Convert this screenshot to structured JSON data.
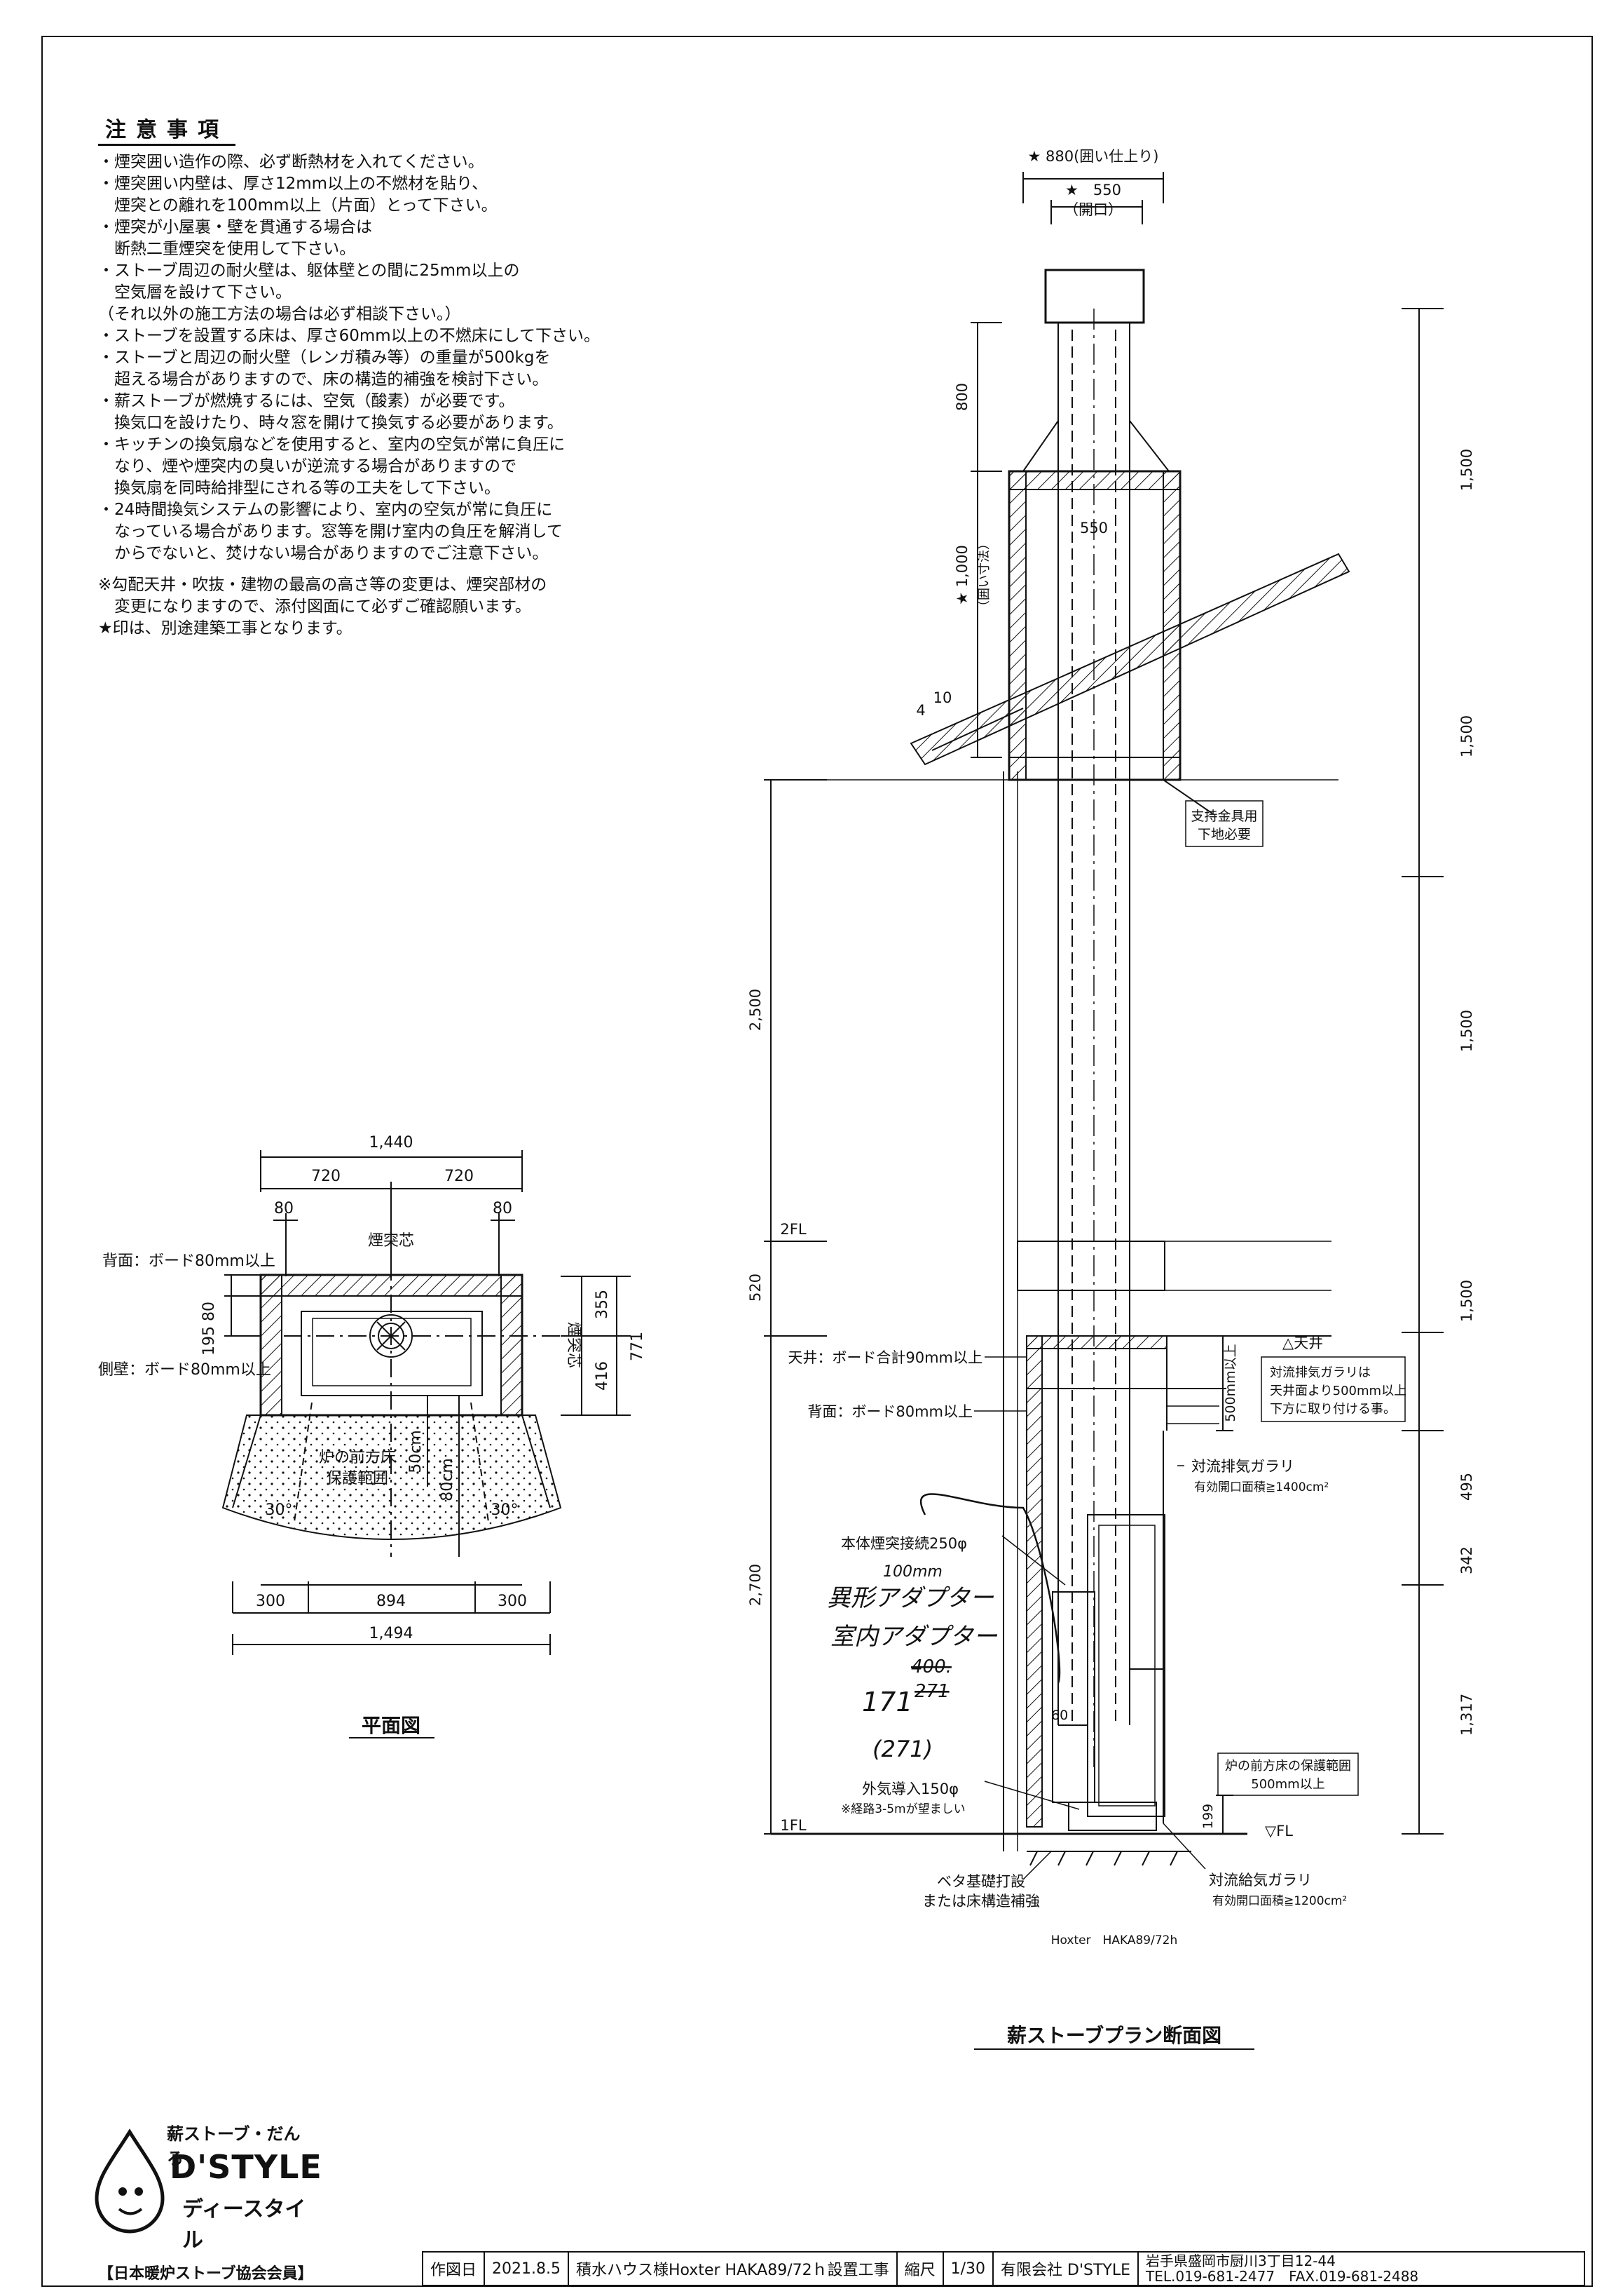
{
  "notes": {
    "heading": "注意事項",
    "lines": [
      "・煙突囲い造作の際、必ず断熱材を入れてください。",
      "・煙突囲い内壁は、厚さ12mm以上の不燃材を貼り、",
      "　煙突との離れを100mm以上（片面）とって下さい。",
      "・煙突が小屋裏・壁を貫通する場合は",
      "　断熱二重煙突を使用して下さい。",
      "・ストーブ周辺の耐火壁は、躯体壁との間に25mm以上の",
      "　空気層を設けて下さい。",
      "（それ以外の施工方法の場合は必ず相談下さい。）",
      "・ストーブを設置する床は、厚さ60mm以上の不燃床にして下さい。",
      "・ストーブと周辺の耐火壁（レンガ積み等）の重量が500kgを",
      "　超える場合がありますので、床の構造的補強を検討下さい。",
      "・薪ストーブが燃焼するには、空気（酸素）が必要です。",
      "　換気口を設けたり、時々窓を開けて換気する必要があります。",
      "・キッチンの換気扇などを使用すると、室内の空気が常に負圧に",
      "　なり、煙や煙突内の臭いが逆流する場合がありますので",
      "　換気扇を同時給排型にされる等の工夫をして下さい。",
      "・24時間換気システムの影響により、室内の空気が常に負圧に",
      "　なっている場合があります。窓等を開け室内の負圧を解消して",
      "　からでないと、焚けない場合がありますのでご注意下さい。"
    ],
    "footer_lines": [
      "※勾配天井・吹抜・建物の最高の高さ等の変更は、煙突部材の",
      "　変更になりますので、添付図面にて必ずご確認願います。",
      "★印は、別途建築工事となります。"
    ]
  },
  "plan": {
    "title": "平面図",
    "dim_total_top": "1,440",
    "dim_half_left": "720",
    "dim_half_right": "720",
    "dim_80_left": "80",
    "dim_80_right": "80",
    "flue_center": "煙突芯",
    "back_board": "背面：ボード80mm以上",
    "side_board": "側壁：ボード80mm以上",
    "dim_195": "195",
    "dim_80_v": "80",
    "dim_355": "355",
    "dim_416": "416",
    "dim_771": "771",
    "flue_center_v": "煙突芯",
    "hearth_line1": "炉の前方床",
    "hearth_line2": "保護範囲",
    "dim_50cm": "50cm",
    "dim_80cm": "80cm",
    "angle_left": "30°",
    "angle_right": "30°",
    "dim_300_left": "300",
    "dim_894": "894",
    "dim_300_right": "300",
    "dim_total_bottom": "1,494"
  },
  "section": {
    "title": "薪ストーブプラン断面図",
    "top_880": "★ 880(囲い仕上り)",
    "top_550": "★　550",
    "top_opening": "（開口）",
    "dim_800": "800",
    "dim_1000_a": "★ 1,000",
    "dim_1000_b": "（囲い寸法）",
    "inner_550": "550",
    "roof_10": "10",
    "roof_4": "4",
    "bracket_note_line1": "支持金具用",
    "bracket_note_line2": "下地必要",
    "dim_2500": "2,500",
    "dim_520": "520",
    "label_2fl": "2FL",
    "dim_2700": "2,700",
    "label_1fl": "1FL",
    "ceiling_board": "天井：ボード合計90mm以上",
    "back_board": "背面：ボード80mm以上",
    "dim_500_v": "500mm以上",
    "ceiling_label": "△天井",
    "exhaust_note_line1": "対流排気ガラリは",
    "exhaust_note_line2": "天井面より500mm以上",
    "exhaust_note_line3": "下方に取り付ける事。",
    "exhaust_grille": "対流排気ガラリ",
    "exhaust_area": "有効開口面積≧1400cm²",
    "flue_connect": "本体煙突接続250φ",
    "hand_100": "100mm",
    "hand_adapter1": "異形アダプター",
    "hand_adapter2": "室内アダプター",
    "hand_400": "400.",
    "hand_271": "271",
    "hand_171": "171",
    "hand_271b": "(271)",
    "dim_60": "60",
    "air_intake": "外気導入150φ",
    "air_intake_note": "※経路3-5mが望ましい",
    "hearth_note_line1": "炉の前方床の保護範囲",
    "hearth_note_line2": "500mm以上",
    "dim_199": "199",
    "fl_label": "▽FL",
    "slab_line1": "ベタ基礎打設",
    "slab_line2": "または床構造補強",
    "intake_grille": "対流給気ガラリ",
    "intake_area": "有効開口面積≧1200cm²",
    "model_caption": "Hoxter　HAKA89/72h",
    "right_1500_a": "1,500",
    "right_1500_b": "1,500",
    "right_1500_c": "1,500",
    "right_1500_d": "1,500",
    "right_495": "495",
    "right_342": "342",
    "right_1317": "1,317"
  },
  "logo": {
    "small": "薪ストーブ・だんろ",
    "big": "D'STYLE",
    "kana": "ディースタイル"
  },
  "titleblock": {
    "association": "【日本暖炉ストーブ協会会員】",
    "date_label": "作図日",
    "date": "2021.8.5",
    "project": "積水ハウス様Hoxter HAKA89/72ｈ設置工事",
    "scale_label": "縮尺",
    "scale": "1/30",
    "company": "有限会社 D'STYLE",
    "address": "岩手県盛岡市厨川3丁目12-44",
    "tel": "TEL.019-681-2477　FAX.019-681-2488"
  }
}
